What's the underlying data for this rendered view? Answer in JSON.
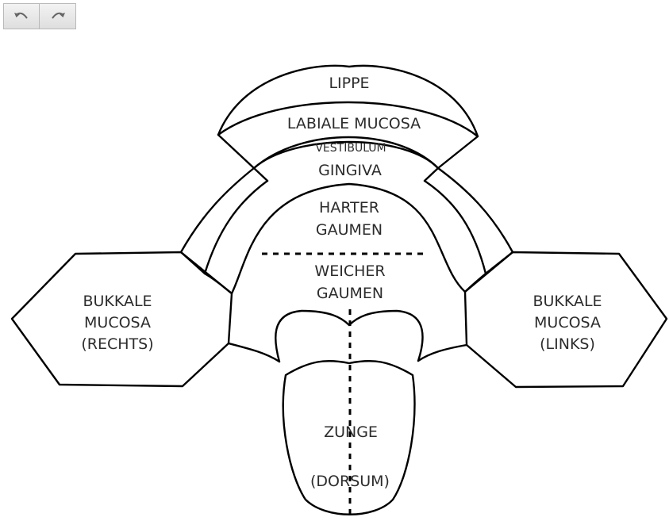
{
  "toolbar": {
    "undo_icon": "undo-icon",
    "redo_icon": "redo-icon"
  },
  "regions": {
    "lippe": "LIPPE",
    "labiale_mucosa": "LABIALE MUCOSA",
    "vestibulum": "VESTIBULUM",
    "gingiva": "GINGIVA",
    "harter_gaumen_1": "HARTER",
    "harter_gaumen_2": "GAUMEN",
    "weicher_gaumen_1": "WEICHER",
    "weicher_gaumen_2": "GAUMEN",
    "bukkale_rechts_1": "BUKKALE",
    "bukkale_rechts_2": "MUCOSA",
    "bukkale_rechts_3": "(RECHTS)",
    "bukkale_links_1": "BUKKALE",
    "bukkale_links_2": "MUCOSA",
    "bukkale_links_3": "(LINKS)",
    "zunge": "ZUNGE",
    "dorsum": "(DORSUM)"
  }
}
